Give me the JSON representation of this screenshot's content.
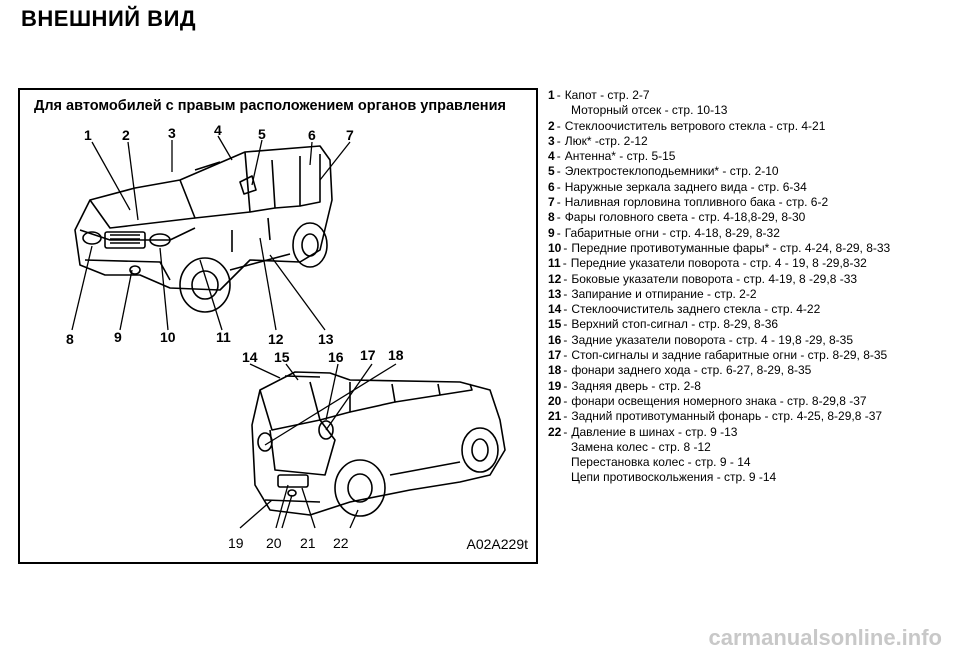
{
  "title": "ВНЕШНИЙ ВИД",
  "figure": {
    "heading": "Для автомобилей с правым расположением органов управления",
    "code": "A02A229t",
    "callouts_top": [
      "1",
      "2",
      "3",
      "4",
      "5",
      "6",
      "7"
    ],
    "callouts_mid": [
      "8",
      "9",
      "10",
      "11",
      "12",
      "13"
    ],
    "callouts_rear_top": [
      "14",
      "15",
      "16",
      "17",
      "18"
    ],
    "callouts_bottom": [
      "19",
      "20",
      "21",
      "22"
    ]
  },
  "items": [
    {
      "num": "1",
      "sep": "-",
      "text": "Капот - стр. 2-7"
    },
    {
      "num": "",
      "sep": "",
      "text": "Моторный отсек - стр. 10-13",
      "sub": true
    },
    {
      "num": "2",
      "sep": "-",
      "text": "Стеклоочиститель ветрового стекла - стр. 4-21"
    },
    {
      "num": "3",
      "sep": "-",
      "text": "Люк* -стр. 2-12"
    },
    {
      "num": "4",
      "sep": "-",
      "text": "Антенна* - стр. 5-15"
    },
    {
      "num": "5",
      "sep": "-",
      "text": "Электростеклоподьемники* - стр. 2-10"
    },
    {
      "num": "6",
      "sep": "-",
      "text": "Наружные зеркала заднего вида - стр. 6-34"
    },
    {
      "num": "7",
      "sep": "-",
      "text": "Наливная горловина топливного бака - стр. 6-2"
    },
    {
      "num": "8",
      "sep": "-",
      "text": "Фары головного света - стр. 4-18,8-29, 8-30"
    },
    {
      "num": "9",
      "sep": "-",
      "text": "Габаритные огни - стр. 4-18, 8-29, 8-32"
    },
    {
      "num": "10",
      "sep": "-",
      "text": "Передние противотуманные фары*        - стр. 4-24, 8-29, 8-33",
      "wrap": true
    },
    {
      "num": "11",
      "sep": "-",
      "text": "Передние указатели поворота - стр. 4 - 19, 8 -29,8-32"
    },
    {
      "num": "12",
      "sep": "-",
      "text": "Боковые указатели поворота - стр. 4-19, 8 -29,8 -33"
    },
    {
      "num": "13",
      "sep": "-",
      "text": "Запирание и отпирание - стр. 2-2"
    },
    {
      "num": "14",
      "sep": "-",
      "text": "Стеклоочиститель заднего стекла - стр. 4-22"
    },
    {
      "num": "15",
      "sep": "-",
      "text": "Верхний стоп-сигнал - стр. 8-29, 8-36"
    },
    {
      "num": "16",
      "sep": "-",
      "text": "Задние указатели поворота - стр. 4 - 19,8 -29, 8-35"
    },
    {
      "num": "17",
      "sep": "-",
      "text": "Стоп-сигналы и задние габаритные огни - стр. 8-29, 8-35"
    },
    {
      "num": "18",
      "sep": "-",
      "text": "фонари заднего хода - стр. 6-27, 8-29, 8-35"
    },
    {
      "num": "19",
      "sep": "-",
      "text": "Задняя дверь - стр. 2-8"
    },
    {
      "num": "20",
      "sep": "-",
      "text": "фонари освещения номерного знака - стр. 8-29,8 -37"
    },
    {
      "num": "21",
      "sep": "-",
      "text": "Задний противотуманный фонарь - стр. 4-25, 8-29,8 -37"
    },
    {
      "num": "22",
      "sep": "-",
      "text": "Давление в шинах - стр. 9 -13"
    },
    {
      "num": "",
      "sep": "",
      "text": "Замена колес - стр. 8 -12",
      "sub": true
    },
    {
      "num": "",
      "sep": "",
      "text": "Перестановка колес - стр. 9 - 14",
      "sub": true
    },
    {
      "num": "",
      "sep": "",
      "text": "Цепи противоскольжения - стр. 9 -14",
      "sub": true
    }
  ],
  "watermark": "carmanualsonline.info"
}
